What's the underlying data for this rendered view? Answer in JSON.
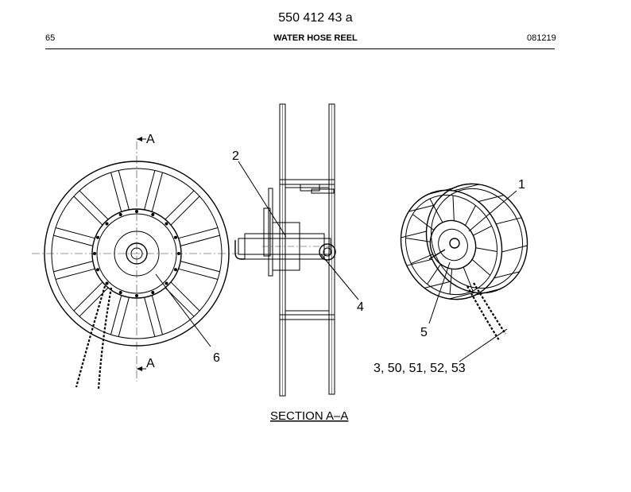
{
  "header": {
    "doc_number": "550 412 43 a",
    "page_number": "65",
    "title": "WATER HOSE REEL",
    "date_code": "081219"
  },
  "drawing": {
    "section_label": "SECTION A–A",
    "section_marker": "A",
    "callouts": {
      "c1": "1",
      "c2": "2",
      "c4": "4",
      "c5": "5",
      "c6": "6",
      "c3_group": "3, 50, 51, 52, 53"
    }
  }
}
